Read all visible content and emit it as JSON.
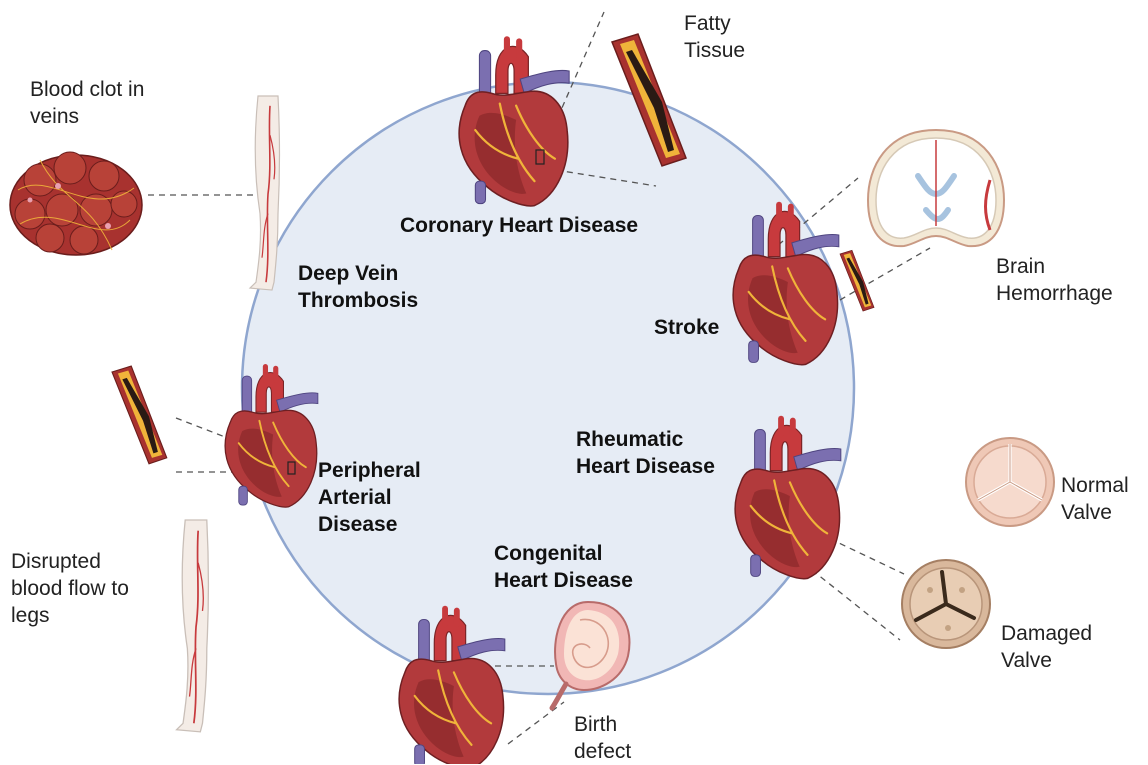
{
  "diseases": {
    "coronary": {
      "lines": [
        "Coronary Heart Disease"
      ]
    },
    "dvt": {
      "lines": [
        "Deep Vein",
        "Thrombosis"
      ]
    },
    "stroke": {
      "lines": [
        "Stroke"
      ]
    },
    "rheumatic": {
      "lines": [
        "Rheumatic",
        "Heart Disease"
      ]
    },
    "peripheral": {
      "lines": [
        "Peripheral",
        "Arterial",
        "Disease"
      ]
    },
    "congenital": {
      "lines": [
        "Congenital",
        "Heart Disease"
      ]
    }
  },
  "callouts": {
    "fatty": {
      "lines": [
        "Fatty",
        "Tissue"
      ]
    },
    "clot": {
      "lines": [
        "Blood clot in",
        "veins"
      ]
    },
    "brain": {
      "lines": [
        "Brain",
        "Hemorrhage"
      ]
    },
    "normal_valve": {
      "lines": [
        "Normal",
        "Valve"
      ]
    },
    "damaged_valve": {
      "lines": [
        "Damaged",
        "Valve"
      ]
    },
    "disrupted": {
      "lines": [
        "Disrupted",
        "blood flow to",
        "legs"
      ]
    },
    "birth": {
      "lines": [
        "Birth",
        "defect"
      ]
    }
  },
  "colors": {
    "circle_fill": "#e6ecf5",
    "circle_stroke": "#8fa6cf",
    "heart_dark": "#8e2a2c",
    "heart_mid": "#b23a3c",
    "aorta": "#c73a3d",
    "vein_blue": "#7b6fb0",
    "fat_yellow": "#f0b43a",
    "artery_red": "#a8322f",
    "skin": "#f4ece6"
  }
}
